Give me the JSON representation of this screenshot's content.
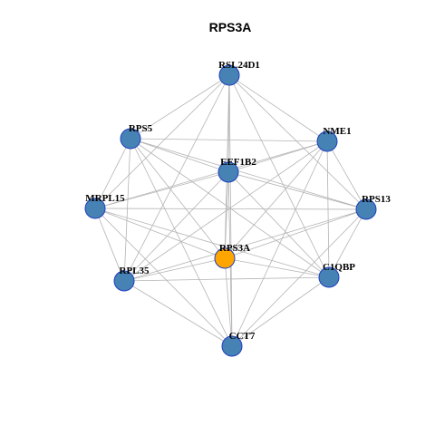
{
  "title": "RPS3A",
  "colors": {
    "node_default": "#4682B4",
    "node_center": "#FFA500",
    "node_border": "#1F3FBF",
    "edge": "#B4B4B4"
  },
  "network": {
    "nodes": [
      {
        "id": "RSL24D1",
        "label": "RSL24D1",
        "center": false
      },
      {
        "id": "NME1",
        "label": "NME1",
        "center": false
      },
      {
        "id": "RPS13",
        "label": "RPS13",
        "center": false
      },
      {
        "id": "C1QBP",
        "label": "C1QBP",
        "center": false
      },
      {
        "id": "CCT7",
        "label": "CCT7",
        "center": false
      },
      {
        "id": "RPL35",
        "label": "RPL35",
        "center": false
      },
      {
        "id": "MRPL15",
        "label": "MRPL15",
        "center": false
      },
      {
        "id": "RPS5",
        "label": "RPS5",
        "center": false
      },
      {
        "id": "EEF1B2",
        "label": "EEF1B2",
        "center": false
      },
      {
        "id": "RPS3A",
        "label": "RPS3A",
        "center": true
      }
    ],
    "edges": [
      [
        "RSL24D1",
        "NME1"
      ],
      [
        "RSL24D1",
        "RPS13"
      ],
      [
        "RSL24D1",
        "C1QBP"
      ],
      [
        "RSL24D1",
        "CCT7"
      ],
      [
        "RSL24D1",
        "RPL35"
      ],
      [
        "RSL24D1",
        "MRPL15"
      ],
      [
        "RSL24D1",
        "RPS5"
      ],
      [
        "RSL24D1",
        "EEF1B2"
      ],
      [
        "RSL24D1",
        "RPS3A"
      ],
      [
        "NME1",
        "RPS13"
      ],
      [
        "NME1",
        "C1QBP"
      ],
      [
        "NME1",
        "CCT7"
      ],
      [
        "NME1",
        "RPL35"
      ],
      [
        "NME1",
        "MRPL15"
      ],
      [
        "NME1",
        "RPS5"
      ],
      [
        "NME1",
        "EEF1B2"
      ],
      [
        "NME1",
        "RPS3A"
      ],
      [
        "RPS13",
        "C1QBP"
      ],
      [
        "RPS13",
        "CCT7"
      ],
      [
        "RPS13",
        "RPL35"
      ],
      [
        "RPS13",
        "MRPL15"
      ],
      [
        "RPS13",
        "RPS5"
      ],
      [
        "RPS13",
        "EEF1B2"
      ],
      [
        "RPS13",
        "RPS3A"
      ],
      [
        "C1QBP",
        "CCT7"
      ],
      [
        "C1QBP",
        "RPL35"
      ],
      [
        "C1QBP",
        "MRPL15"
      ],
      [
        "C1QBP",
        "RPS5"
      ],
      [
        "C1QBP",
        "EEF1B2"
      ],
      [
        "C1QBP",
        "RPS3A"
      ],
      [
        "CCT7",
        "RPL35"
      ],
      [
        "CCT7",
        "MRPL15"
      ],
      [
        "CCT7",
        "RPS5"
      ],
      [
        "CCT7",
        "EEF1B2"
      ],
      [
        "CCT7",
        "RPS3A"
      ],
      [
        "RPL35",
        "MRPL15"
      ],
      [
        "RPL35",
        "RPS5"
      ],
      [
        "RPL35",
        "EEF1B2"
      ],
      [
        "RPL35",
        "RPS3A"
      ],
      [
        "MRPL15",
        "RPS5"
      ],
      [
        "MRPL15",
        "EEF1B2"
      ],
      [
        "MRPL15",
        "RPS3A"
      ],
      [
        "RPS5",
        "EEF1B2"
      ],
      [
        "RPS5",
        "RPS3A"
      ],
      [
        "EEF1B2",
        "RPS3A"
      ]
    ]
  }
}
